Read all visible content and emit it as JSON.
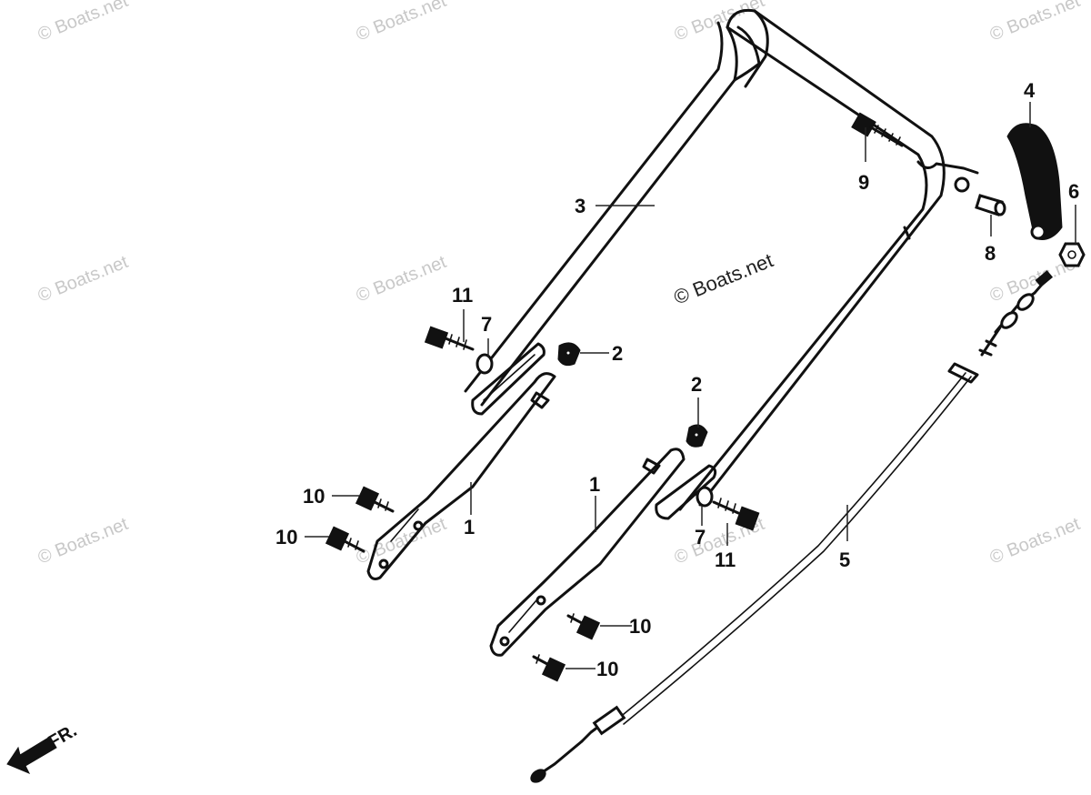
{
  "watermark": {
    "text": "© Boats.net",
    "center_text": "© Boats.net"
  },
  "direction_label": "FR.",
  "callouts": {
    "c1a": "1",
    "c1b": "1",
    "c2a": "2",
    "c2b": "2",
    "c3": "3",
    "c4": "4",
    "c5": "5",
    "c6": "6",
    "c7a": "7",
    "c7b": "7",
    "c8": "8",
    "c9": "9",
    "c10a": "10",
    "c10b": "10",
    "c10c": "10",
    "c10d": "10",
    "c11a": "11",
    "c11b": "11"
  },
  "colors": {
    "ink": "#111111",
    "watermark": "#c8c8c8",
    "background": "#ffffff"
  }
}
